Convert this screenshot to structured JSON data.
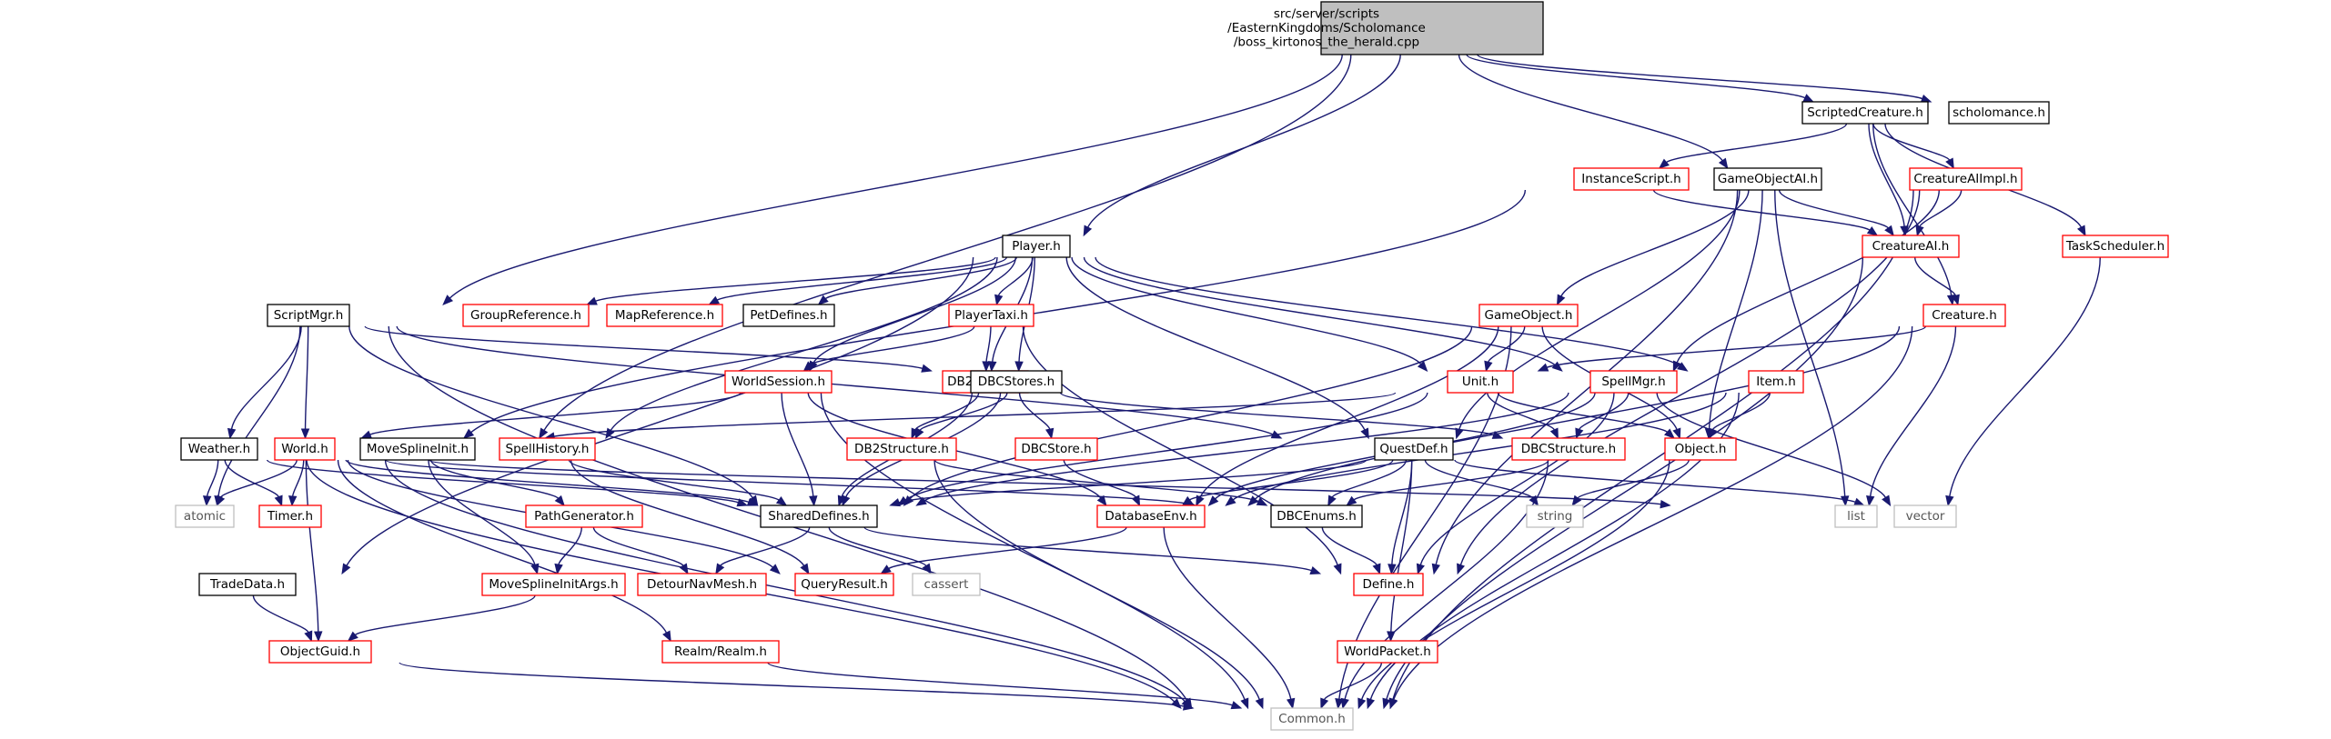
{
  "colors": {
    "edge": "#191970",
    "box_normal": "#000000",
    "box_missing": "#ff0000",
    "box_system": "#bfbfbf",
    "root_fill": "#bfbfbf",
    "text": "#000000",
    "text_system": "#555555"
  },
  "nodes": [
    {
      "id": "root",
      "lines": [
        "src/server/scripts",
        "/EasternKingdoms/Scholomance",
        "/boss_kirtonos_the_herald.cpp"
      ],
      "kind": "root"
    },
    {
      "id": "scriptedcreature",
      "lines": [
        "ScriptedCreature.h"
      ],
      "kind": "normal"
    },
    {
      "id": "scholomance",
      "lines": [
        "scholomance.h"
      ],
      "kind": "normal"
    },
    {
      "id": "instancescript",
      "lines": [
        "InstanceScript.h"
      ],
      "kind": "missing"
    },
    {
      "id": "gameobjectai",
      "lines": [
        "GameObjectAI.h"
      ],
      "kind": "normal"
    },
    {
      "id": "creatureaiimpl",
      "lines": [
        "CreatureAIImpl.h"
      ],
      "kind": "missing"
    },
    {
      "id": "creatureai",
      "lines": [
        "CreatureAI.h"
      ],
      "kind": "missing"
    },
    {
      "id": "taskscheduler",
      "lines": [
        "TaskScheduler.h"
      ],
      "kind": "missing"
    },
    {
      "id": "player",
      "lines": [
        "Player.h"
      ],
      "kind": "normal"
    },
    {
      "id": "scriptmgr",
      "lines": [
        "ScriptMgr.h"
      ],
      "kind": "normal"
    },
    {
      "id": "groupreference",
      "lines": [
        "GroupReference.h"
      ],
      "kind": "missing"
    },
    {
      "id": "mapreference",
      "lines": [
        "MapReference.h"
      ],
      "kind": "missing"
    },
    {
      "id": "petdefines",
      "lines": [
        "PetDefines.h"
      ],
      "kind": "normal"
    },
    {
      "id": "playertaxi",
      "lines": [
        "PlayerTaxi.h"
      ],
      "kind": "missing"
    },
    {
      "id": "gameobject",
      "lines": [
        "GameObject.h"
      ],
      "kind": "missing"
    },
    {
      "id": "creature",
      "lines": [
        "Creature.h"
      ],
      "kind": "missing"
    },
    {
      "id": "worldsession",
      "lines": [
        "WorldSession.h"
      ],
      "kind": "missing"
    },
    {
      "id": "db2stores",
      "lines": [
        "DB2Stores.h"
      ],
      "kind": "missing"
    },
    {
      "id": "dbcstores",
      "lines": [
        "DBCStores.h"
      ],
      "kind": "normal"
    },
    {
      "id": "unit",
      "lines": [
        "Unit.h"
      ],
      "kind": "missing"
    },
    {
      "id": "spellmgr",
      "lines": [
        "SpellMgr.h"
      ],
      "kind": "missing"
    },
    {
      "id": "item",
      "lines": [
        "Item.h"
      ],
      "kind": "missing"
    },
    {
      "id": "weather",
      "lines": [
        "Weather.h"
      ],
      "kind": "normal"
    },
    {
      "id": "world",
      "lines": [
        "World.h"
      ],
      "kind": "missing"
    },
    {
      "id": "movesplineinit",
      "lines": [
        "MoveSplineInit.h"
      ],
      "kind": "normal"
    },
    {
      "id": "spellhistory",
      "lines": [
        "SpellHistory.h"
      ],
      "kind": "missing"
    },
    {
      "id": "db2structure",
      "lines": [
        "DB2Structure.h"
      ],
      "kind": "missing"
    },
    {
      "id": "dbcstore",
      "lines": [
        "DBCStore.h"
      ],
      "kind": "missing"
    },
    {
      "id": "questdef",
      "lines": [
        "QuestDef.h"
      ],
      "kind": "normal"
    },
    {
      "id": "dbcstructure",
      "lines": [
        "DBCStructure.h"
      ],
      "kind": "missing"
    },
    {
      "id": "object",
      "lines": [
        "Object.h"
      ],
      "kind": "missing"
    },
    {
      "id": "atomic",
      "lines": [
        "atomic"
      ],
      "kind": "system"
    },
    {
      "id": "timer",
      "lines": [
        "Timer.h"
      ],
      "kind": "missing"
    },
    {
      "id": "pathgenerator",
      "lines": [
        "PathGenerator.h"
      ],
      "kind": "missing"
    },
    {
      "id": "shareddefines",
      "lines": [
        "SharedDefines.h"
      ],
      "kind": "normal"
    },
    {
      "id": "databaseenv",
      "lines": [
        "DatabaseEnv.h"
      ],
      "kind": "missing"
    },
    {
      "id": "dbcenums",
      "lines": [
        "DBCEnums.h"
      ],
      "kind": "normal"
    },
    {
      "id": "string",
      "lines": [
        "string"
      ],
      "kind": "system"
    },
    {
      "id": "list",
      "lines": [
        "list"
      ],
      "kind": "system"
    },
    {
      "id": "vector",
      "lines": [
        "vector"
      ],
      "kind": "system"
    },
    {
      "id": "tradedata",
      "lines": [
        "TradeData.h"
      ],
      "kind": "normal"
    },
    {
      "id": "movesplineinitargs",
      "lines": [
        "MoveSplineInitArgs.h"
      ],
      "kind": "missing"
    },
    {
      "id": "detournavmesh",
      "lines": [
        "DetourNavMesh.h"
      ],
      "kind": "missing"
    },
    {
      "id": "queryresult",
      "lines": [
        "QueryResult.h"
      ],
      "kind": "missing"
    },
    {
      "id": "cassert",
      "lines": [
        "cassert"
      ],
      "kind": "system"
    },
    {
      "id": "define",
      "lines": [
        "Define.h"
      ],
      "kind": "missing"
    },
    {
      "id": "objectguid",
      "lines": [
        "ObjectGuid.h"
      ],
      "kind": "missing"
    },
    {
      "id": "realm",
      "lines": [
        "Realm/Realm.h"
      ],
      "kind": "missing"
    },
    {
      "id": "worldpacket",
      "lines": [
        "WorldPacket.h"
      ],
      "kind": "missing"
    },
    {
      "id": "common",
      "lines": [
        "Common.h"
      ],
      "kind": "system"
    }
  ],
  "edges": [
    [
      "root",
      "scriptedcreature"
    ],
    [
      "root",
      "scholomance"
    ],
    [
      "root",
      "gameobjectai"
    ],
    [
      "root",
      "player"
    ],
    [
      "root",
      "scriptmgr"
    ],
    [
      "root",
      "movesplineinit"
    ],
    [
      "scriptedcreature",
      "instancescript"
    ],
    [
      "scriptedcreature",
      "creatureaiimpl"
    ],
    [
      "scriptedcreature",
      "creatureai"
    ],
    [
      "scriptedcreature",
      "taskscheduler"
    ],
    [
      "scriptedcreature",
      "creature"
    ],
    [
      "instancescript",
      "creatureai"
    ],
    [
      "instancescript",
      "world"
    ],
    [
      "gameobjectai",
      "creatureai"
    ],
    [
      "gameobjectai",
      "gameobject"
    ],
    [
      "gameobjectai",
      "questdef"
    ],
    [
      "gameobjectai",
      "object"
    ],
    [
      "gameobjectai",
      "list"
    ],
    [
      "gameobjectai",
      "define"
    ],
    [
      "creatureaiimpl",
      "creatureai"
    ],
    [
      "creatureaiimpl",
      "spellmgr"
    ],
    [
      "creatureaiimpl",
      "define"
    ],
    [
      "creatureaiimpl",
      "common"
    ],
    [
      "creatureai",
      "creature"
    ],
    [
      "creatureai",
      "common"
    ],
    [
      "taskscheduler",
      "vector"
    ],
    [
      "creature",
      "unit"
    ],
    [
      "creature",
      "list"
    ],
    [
      "creature",
      "databaseenv"
    ],
    [
      "creature",
      "common"
    ],
    [
      "player",
      "groupreference"
    ],
    [
      "player",
      "mapreference"
    ],
    [
      "player",
      "petdefines"
    ],
    [
      "player",
      "playertaxi"
    ],
    [
      "player",
      "worldsession"
    ],
    [
      "player",
      "db2stores"
    ],
    [
      "player",
      "dbcstores"
    ],
    [
      "player",
      "unit"
    ],
    [
      "player",
      "spellmgr"
    ],
    [
      "player",
      "item"
    ],
    [
      "player",
      "questdef"
    ],
    [
      "player",
      "spellhistory"
    ],
    [
      "player",
      "tradedata"
    ],
    [
      "playertaxi",
      "worldsession"
    ],
    [
      "playertaxi",
      "db2stores"
    ],
    [
      "playertaxi",
      "define"
    ],
    [
      "scriptmgr",
      "weather"
    ],
    [
      "scriptmgr",
      "world"
    ],
    [
      "scriptmgr",
      "atomic"
    ],
    [
      "scriptmgr",
      "shareddefines"
    ],
    [
      "scriptmgr",
      "dbcstores"
    ],
    [
      "scriptmgr",
      "questdef"
    ],
    [
      "scriptmgr",
      "common"
    ],
    [
      "gameobject",
      "unit"
    ],
    [
      "gameobject",
      "object"
    ],
    [
      "gameobject",
      "databaseenv"
    ],
    [
      "gameobject",
      "shareddefines"
    ],
    [
      "gameobject",
      "common"
    ],
    [
      "worldsession",
      "world"
    ],
    [
      "worldsession",
      "shareddefines"
    ],
    [
      "worldsession",
      "databaseenv"
    ],
    [
      "worldsession",
      "common"
    ],
    [
      "db2stores",
      "db2structure"
    ],
    [
      "db2stores",
      "shareddefines"
    ],
    [
      "dbcstores",
      "db2structure"
    ],
    [
      "dbcstores",
      "dbcstore"
    ],
    [
      "dbcstores",
      "dbcstructure"
    ],
    [
      "dbcstores",
      "shareddefines"
    ],
    [
      "unit",
      "dbcstructure"
    ],
    [
      "unit",
      "object"
    ],
    [
      "unit",
      "movesplineinit"
    ],
    [
      "unit",
      "shareddefines"
    ],
    [
      "spellmgr",
      "dbcstructure"
    ],
    [
      "spellmgr",
      "databaseenv"
    ],
    [
      "spellmgr",
      "define"
    ],
    [
      "spellmgr",
      "vector"
    ],
    [
      "spellmgr",
      "shareddefines"
    ],
    [
      "item",
      "object"
    ],
    [
      "item",
      "databaseenv"
    ],
    [
      "item",
      "common"
    ],
    [
      "weather",
      "timer"
    ],
    [
      "weather",
      "shareddefines"
    ],
    [
      "weather",
      "atomic"
    ],
    [
      "weather",
      "common"
    ],
    [
      "world",
      "atomic"
    ],
    [
      "world",
      "timer"
    ],
    [
      "world",
      "objectguid"
    ],
    [
      "world",
      "shareddefines"
    ],
    [
      "world",
      "queryresult"
    ],
    [
      "world",
      "realm"
    ],
    [
      "world",
      "common"
    ],
    [
      "world",
      "list"
    ],
    [
      "world",
      "dbcenums"
    ],
    [
      "movesplineinit",
      "pathgenerator"
    ],
    [
      "movesplineinit",
      "movesplineinitargs"
    ],
    [
      "spellhistory",
      "shareddefines"
    ],
    [
      "spellhistory",
      "queryresult"
    ],
    [
      "db2structure",
      "dbcenums"
    ],
    [
      "db2structure",
      "common"
    ],
    [
      "dbcstore",
      "databaseenv"
    ],
    [
      "questdef",
      "shareddefines"
    ],
    [
      "questdef",
      "databaseenv"
    ],
    [
      "questdef",
      "dbcenums"
    ],
    [
      "questdef",
      "string"
    ],
    [
      "questdef",
      "define"
    ],
    [
      "questdef",
      "worldpacket"
    ],
    [
      "questdef",
      "vector"
    ],
    [
      "dbcstructure",
      "dbcenums"
    ],
    [
      "dbcstructure",
      "common"
    ],
    [
      "object",
      "string"
    ],
    [
      "object",
      "common"
    ],
    [
      "pathgenerator",
      "movesplineinitargs"
    ],
    [
      "pathgenerator",
      "detournavmesh"
    ],
    [
      "shareddefines",
      "detournavmesh"
    ],
    [
      "shareddefines",
      "cassert"
    ],
    [
      "shareddefines",
      "define"
    ],
    [
      "databaseenv",
      "queryresult"
    ],
    [
      "databaseenv",
      "common"
    ],
    [
      "dbcenums",
      "define"
    ],
    [
      "tradedata",
      "objectguid"
    ],
    [
      "movesplineinitargs",
      "objectguid"
    ],
    [
      "objectguid",
      "common"
    ],
    [
      "realm",
      "common"
    ],
    [
      "worldpacket",
      "common"
    ]
  ]
}
